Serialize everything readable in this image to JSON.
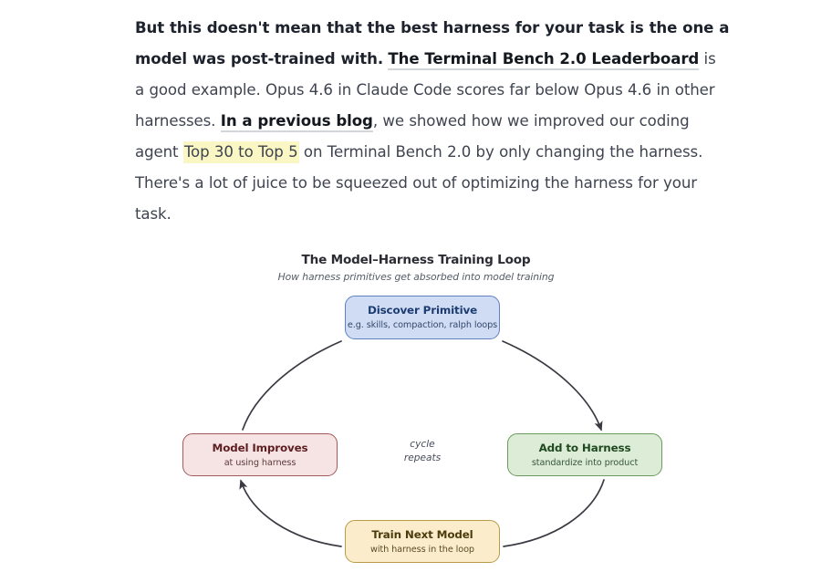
{
  "article": {
    "paragraph": {
      "lead": "But this doesn't mean that the best harness for your task is the one a model was post-trained with.",
      "link_1": "The Terminal Bench 2.0 Leaderboard",
      "text_1": " is a good example. Opus 4.6 in Claude Code scores far below Opus 4.6 in other harnesses. ",
      "link_2": "In a previous blog",
      "text_2": ", we showed how we improved our coding agent ",
      "highlight": "Top 30 to Top 5",
      "text_3": " on Terminal Bench 2.0 by only changing the harness. There's a lot of juice to be squeezed out of optimizing the harness for your task."
    }
  },
  "figure": {
    "title": "The Model–Harness Training Loop",
    "subtitle": "How harness primitives get absorbed into model training",
    "center_label_line1": "cycle",
    "center_label_line2": "repeats",
    "nodes": [
      {
        "id": "discover-primitive",
        "title": "Discover Primitive",
        "subtitle": "e.g. skills, compaction, ralph loops",
        "fill": "#cfdcf4",
        "border": "#5e81c2"
      },
      {
        "id": "add-to-harness",
        "title": "Add to Harness",
        "subtitle": "standardize into product",
        "fill": "#dcecd7",
        "border": "#6a9a5e"
      },
      {
        "id": "train-next-model",
        "title": "Train Next Model",
        "subtitle": "with harness in the loop",
        "fill": "#fbedcc",
        "border": "#b89a47"
      },
      {
        "id": "model-improves",
        "title": "Model Improves",
        "subtitle": "at using harness",
        "fill": "#f6e3e3",
        "border": "#9f5a5a"
      }
    ],
    "edges": [
      {
        "from": "discover-primitive",
        "to": "add-to-harness",
        "arrowhead": true
      },
      {
        "from": "add-to-harness",
        "to": "train-next-model",
        "arrowhead": false
      },
      {
        "from": "train-next-model",
        "to": "model-improves",
        "arrowhead": true
      },
      {
        "from": "model-improves",
        "to": "discover-primitive",
        "arrowhead": false
      }
    ],
    "edge_color": "#3a3a42"
  },
  "colors": {
    "page_background": "#ffffff",
    "body_text": "#3f4450",
    "heading_text": "#1d222c",
    "link_underline": "#d2d5da",
    "highlight": "#faf7c4"
  }
}
